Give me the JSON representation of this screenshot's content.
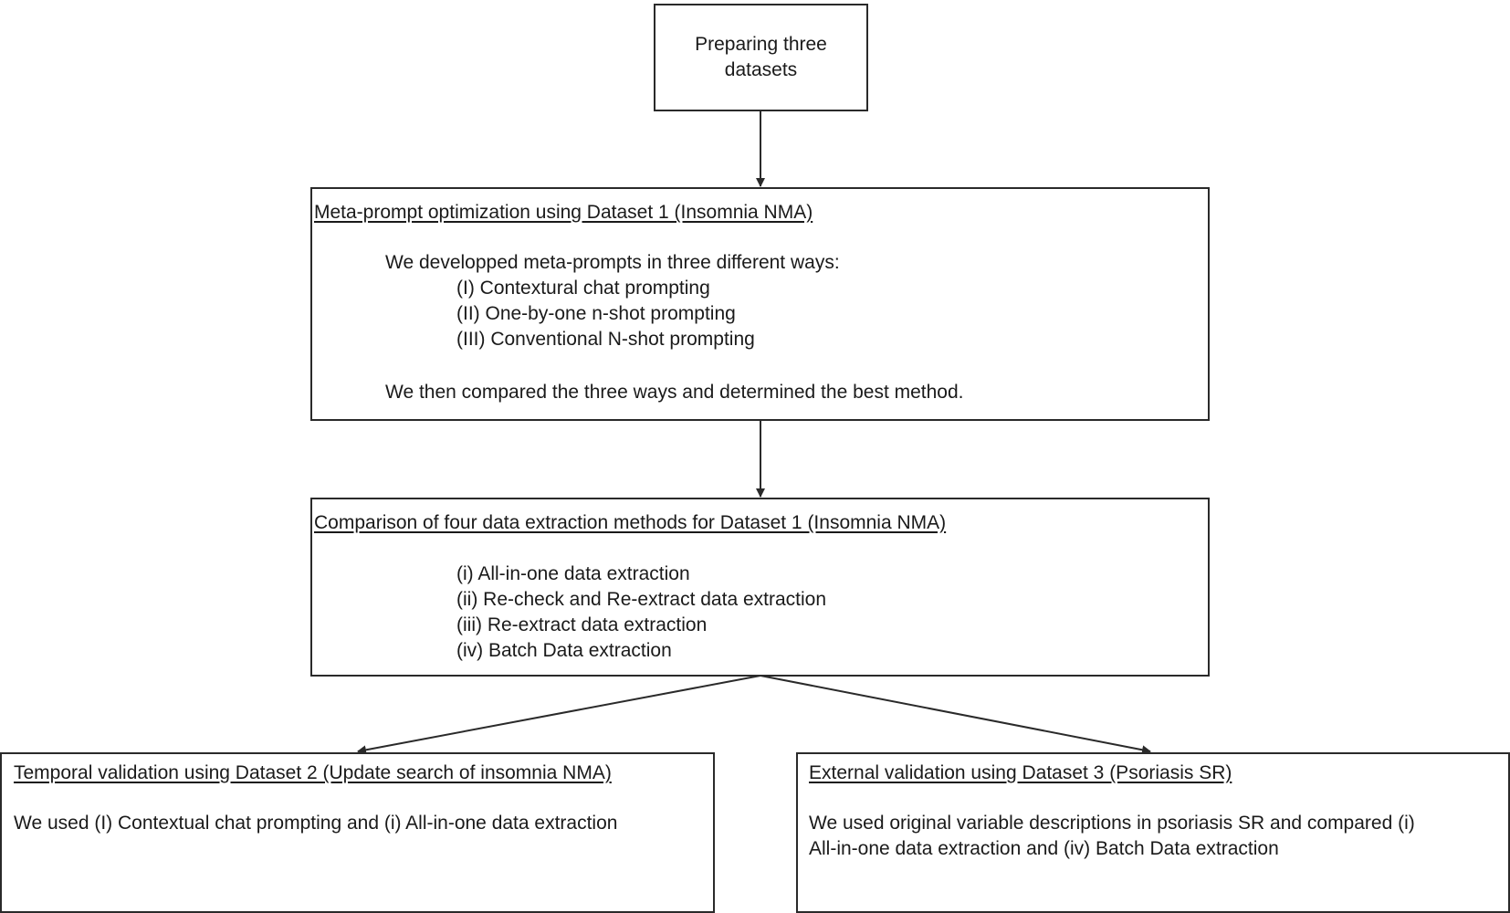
{
  "start": {
    "text": "Preparing three datasets"
  },
  "meta_prompt": {
    "heading": "Meta-prompt optimization using Dataset 1 (Insomnia NMA)",
    "intro": "We developped meta-prompts in three different ways:",
    "items": [
      "(I) Contextural chat prompting",
      "(II) One-by-one n-shot prompting",
      "(III) Conventional N-shot prompting"
    ],
    "conclusion": "We then compared the three ways and determined the best method."
  },
  "comparison": {
    "heading": "Comparison of four data extraction methods for Dataset 1 (Insomnia NMA)",
    "items": [
      "(i) All-in-one data extraction",
      "(ii) Re-check and Re-extract data extraction",
      "(iii) Re-extract data extraction",
      "(iv) Batch Data extraction"
    ]
  },
  "temporal": {
    "heading": "Temporal validation using Dataset 2 (Update search of insomnia NMA)",
    "lines": [
      "We used (I) Contextual chat prompting and (i) All-in-one data extraction"
    ]
  },
  "external": {
    "heading": "External validation using Dataset 3 (Psoriasis SR)",
    "lines": [
      "We used original variable descriptions in psoriasis SR and compared (i)",
      "All-in-one data extraction and (iv) Batch Data extraction"
    ]
  },
  "colors": {
    "line": "#2a2a2a",
    "text": "#1a1a1a",
    "background": "#ffffff"
  }
}
